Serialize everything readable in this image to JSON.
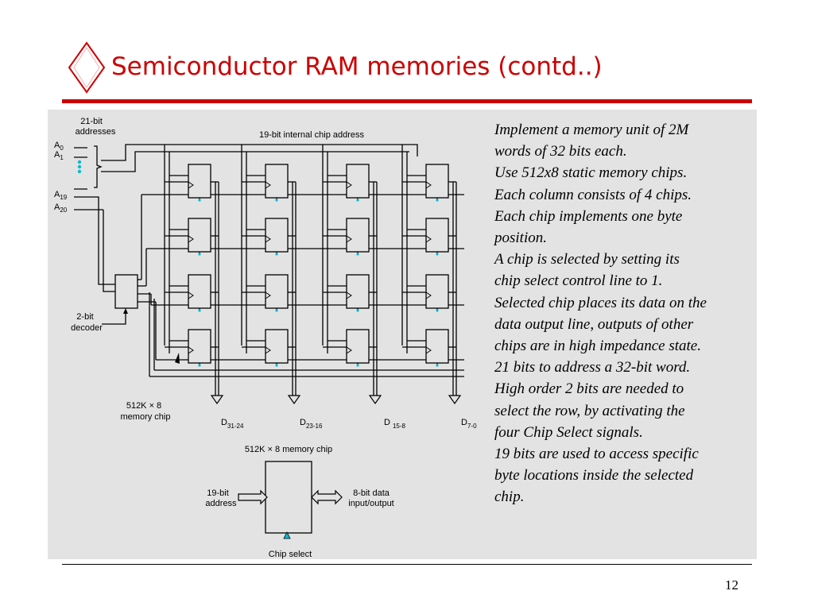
{
  "slide": {
    "title": "Semiconductor RAM memories (contd..)",
    "page_number": "12",
    "accent_color": "#cc0000",
    "panel_color": "#e3e3e3"
  },
  "description_lines": [
    "Implement a memory unit of 2M",
    "words of 32 bits each.",
    "Use 512x8 static memory chips.",
    "Each column consists of 4 chips.",
    "Each chip implements one byte",
    "position.",
    "A chip is selected by setting its",
    "chip select control line to 1.",
    "Selected chip places its data on the",
    "data output line, outputs of other",
    "chips are in high impedance state.",
    "21 bits to address a 32-bit word.",
    "High order 2 bits are needed to",
    "select the row, by activating the",
    "four Chip Select signals.",
    "19 bits are used to access specific",
    "byte locations inside the selected",
    "chip."
  ],
  "diagram": {
    "addresses_label_line1": "21-bit",
    "addresses_label_line2": "addresses",
    "internal_address_label": "19-bit internal chip address",
    "a0": "A",
    "a0_sub": "0",
    "a1": "A",
    "a1_sub": "1",
    "a19": "A",
    "a19_sub": "19",
    "a20": "A",
    "a20_sub": "20",
    "decoder_line1": "2-bit",
    "decoder_line2": "decoder",
    "chip_label_line1": "512K × 8",
    "chip_label_line2": "memory chip",
    "data_outputs": [
      {
        "name": "D",
        "sub": "31-24"
      },
      {
        "name": "D",
        "sub": "23-16"
      },
      {
        "name": "D",
        "sub": "15-8"
      },
      {
        "name": "D",
        "sub": "7-0"
      }
    ],
    "grid": {
      "rows": 4,
      "columns": 4
    },
    "detail_title": "512K × 8 memory chip",
    "detail_address_line1": "19-bit",
    "detail_address_line2": "address",
    "detail_data_line1": "8-bit data",
    "detail_data_line2": "input/output",
    "detail_chip_select": "Chip select",
    "dot_color": "#00bcd4"
  }
}
